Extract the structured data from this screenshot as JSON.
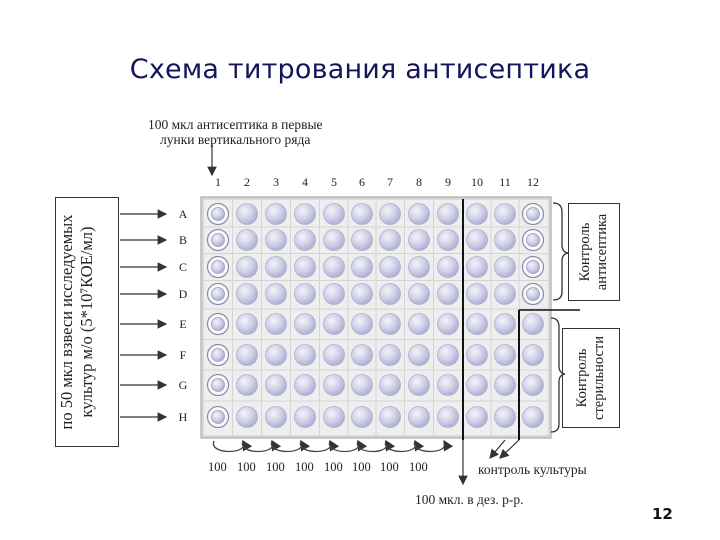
{
  "title": "Схема титрования антисептика",
  "top_note": {
    "line1": "100 мкл антисептика в первые",
    "line2": "лунки вертикального ряда"
  },
  "column_labels": [
    "1",
    "2",
    "3",
    "4",
    "5",
    "6",
    "7",
    "8",
    "9",
    "10",
    "11",
    "12"
  ],
  "row_labels": [
    "A",
    "B",
    "C",
    "D",
    "E",
    "F",
    "G",
    "H"
  ],
  "left_box": {
    "line1": "по 50 мкл взвеси исследуемых",
    "line2": "культур м/о (5*10⁷КОЕ/мл)"
  },
  "right_top_box": {
    "line1": "Контроль",
    "line2": "антисептика"
  },
  "right_bottom_box": {
    "line1": "Контроль",
    "line2": "стерильности"
  },
  "transfer_volumes": [
    "100",
    "100",
    "100",
    "100",
    "100",
    "100",
    "100",
    "100"
  ],
  "culture_control": "контроль культуры",
  "discard_note": "100 мкл. в дез. р-р.",
  "page_number": "12",
  "colors": {
    "title": "#14145a",
    "well": "#c9c9e6",
    "plate_bg": "#e6e6e6"
  }
}
